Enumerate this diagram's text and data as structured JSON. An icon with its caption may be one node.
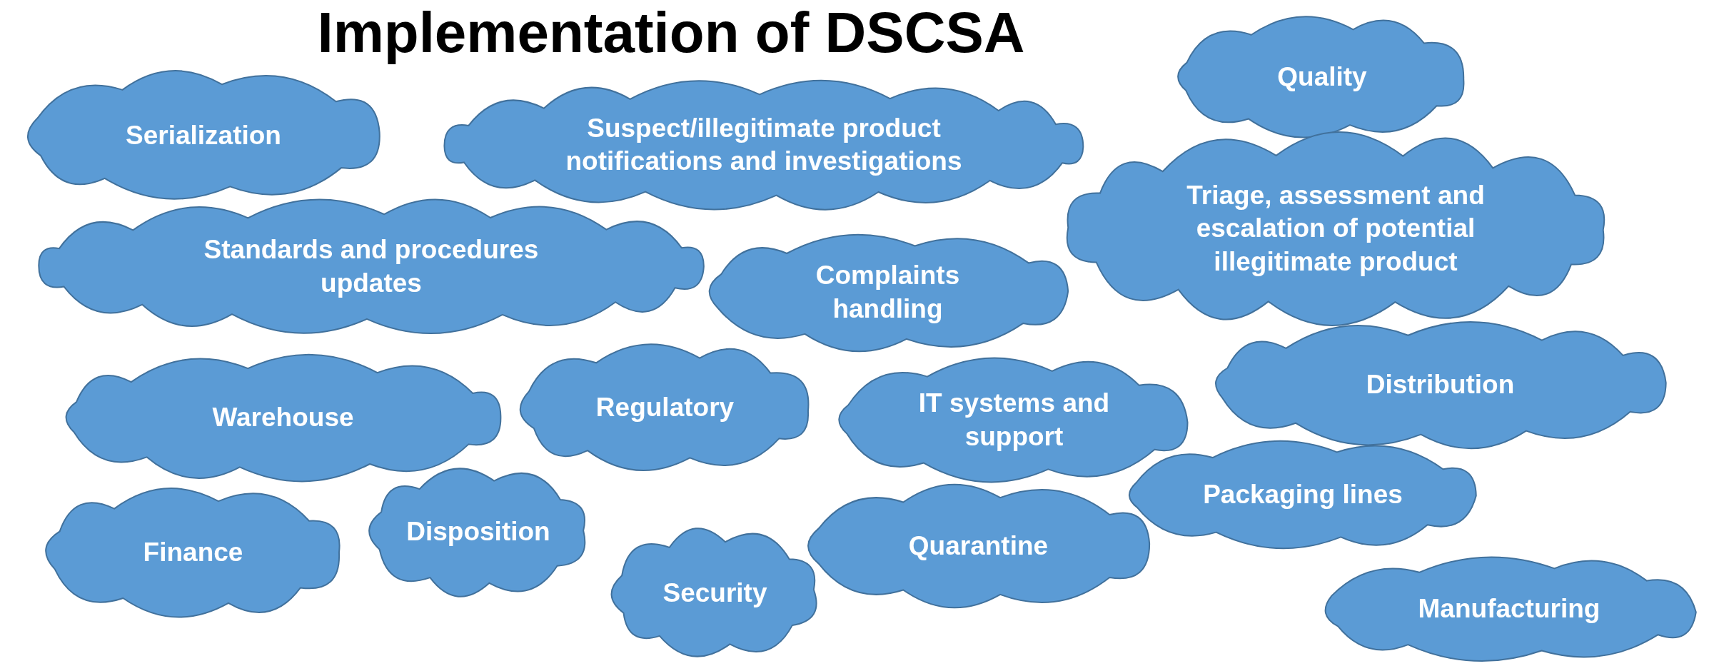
{
  "diagram": {
    "title": "Implementation of DSCSA",
    "nodes": [
      {
        "text": [
          "Serialization"
        ]
      },
      {
        "text": [
          "Suspect/illegitimate product notifications and investigations"
        ]
      },
      {
        "text": [
          "Quality"
        ]
      },
      {
        "text": [
          "Triage, assessment and escalation of potential illegitimate product"
        ]
      },
      {
        "text": [
          "Standards and procedures updates"
        ]
      },
      {
        "text": [
          "Complaints handling"
        ]
      },
      {
        "text": [
          "Distribution"
        ]
      },
      {
        "text": [
          "Warehouse"
        ]
      },
      {
        "text": [
          "Regulatory"
        ]
      },
      {
        "text": [
          "IT systems and support"
        ]
      },
      {
        "text": [
          "Packaging lines"
        ]
      },
      {
        "text": [
          "Finance"
        ]
      },
      {
        "text": [
          "Disposition"
        ]
      },
      {
        "text": [
          "Quarantine"
        ]
      },
      {
        "text": [
          "Security"
        ]
      },
      {
        "text": [
          "Manufacturing"
        ]
      }
    ]
  }
}
